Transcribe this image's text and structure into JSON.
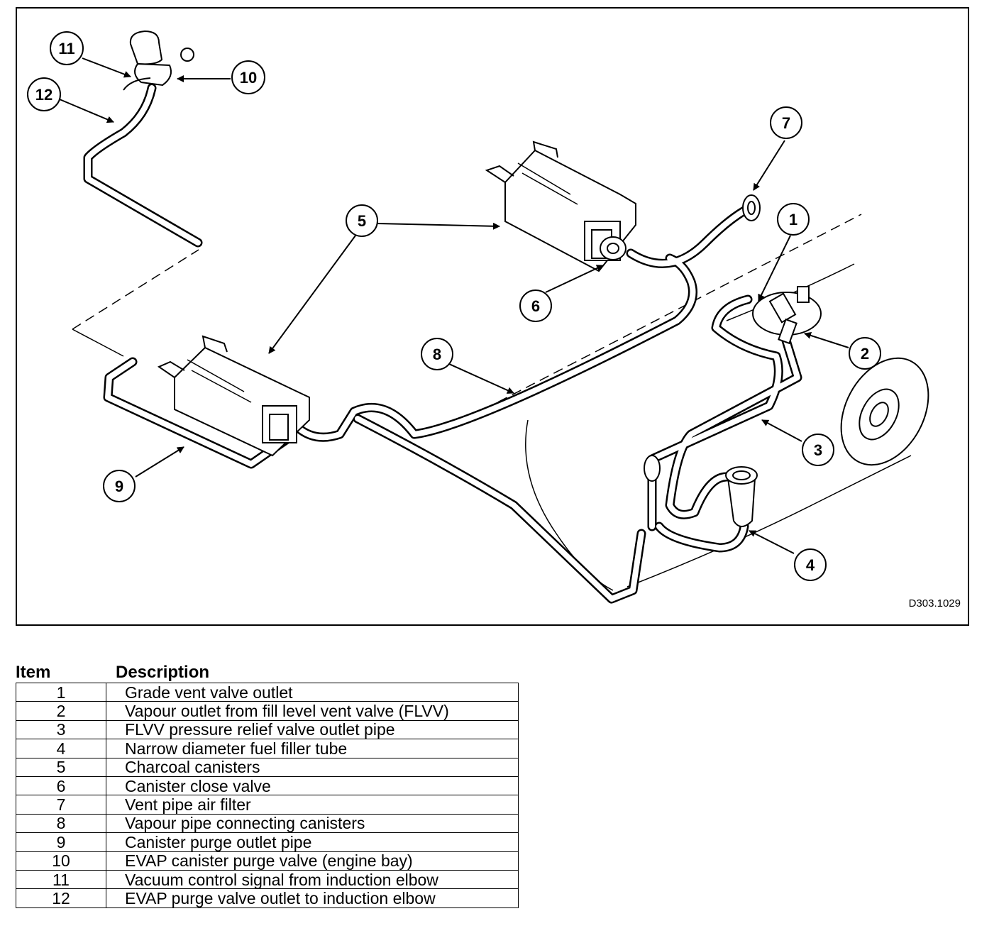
{
  "diagram": {
    "reference_code": "D303.1029",
    "callouts": [
      "1",
      "2",
      "3",
      "4",
      "5",
      "6",
      "7",
      "8",
      "9",
      "10",
      "11",
      "12"
    ]
  },
  "legend": {
    "header_item": "Item",
    "header_description": "Description",
    "rows": [
      {
        "item": "1",
        "description": "Grade vent valve outlet"
      },
      {
        "item": "2",
        "description": "Vapour outlet from fill level vent valve (FLVV)"
      },
      {
        "item": "3",
        "description": "FLVV pressure relief valve outlet pipe"
      },
      {
        "item": "4",
        "description": "Narrow diameter fuel filler tube"
      },
      {
        "item": "5",
        "description": "Charcoal canisters"
      },
      {
        "item": "6",
        "description": "Canister close valve"
      },
      {
        "item": "7",
        "description": "Vent pipe air filter"
      },
      {
        "item": "8",
        "description": "Vapour pipe connecting canisters"
      },
      {
        "item": "9",
        "description": "Canister purge outlet pipe"
      },
      {
        "item": "10",
        "description": "EVAP canister purge valve (engine bay)"
      },
      {
        "item": "11",
        "description": "Vacuum control signal from induction elbow"
      },
      {
        "item": "12",
        "description": "EVAP purge valve outlet to induction elbow"
      }
    ]
  }
}
